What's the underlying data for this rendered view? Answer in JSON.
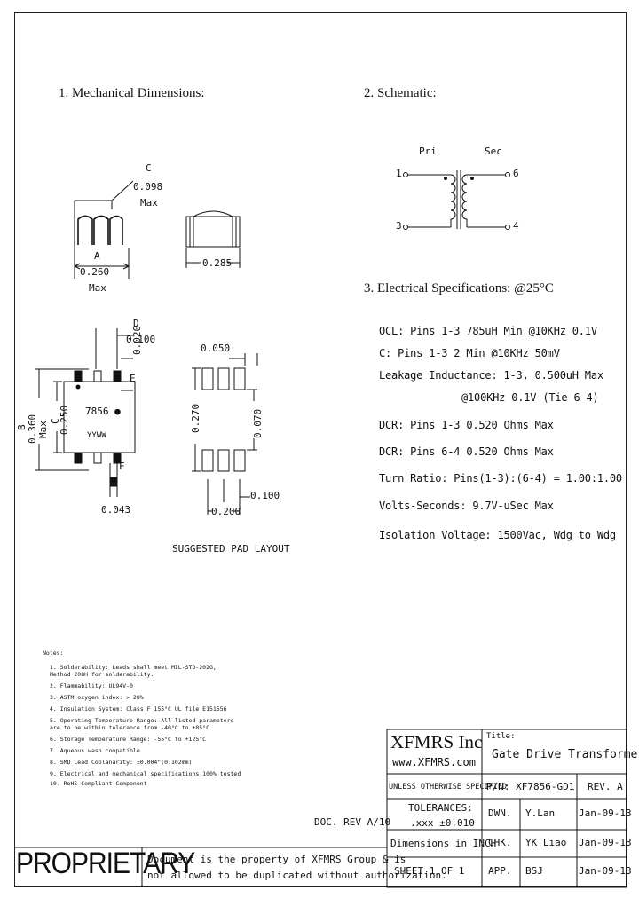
{
  "sections": {
    "mech": "1. Mechanical Dimensions:",
    "schem": "2. Schematic:",
    "elec": "3. Electrical Specifications: @25°C"
  },
  "mech_dims": {
    "c_label": "C",
    "c_val": "0.098",
    "c_max": "Max",
    "a_label": "A",
    "a_val": "0.260",
    "a_max": "Max",
    "side_val": "0.285",
    "d_label": "D",
    "d_val": "0.100",
    "e_val": "0.020",
    "e_label": "E",
    "b_label": "B",
    "b_val": "0.360",
    "b_max": "Max",
    "c2_label": "C",
    "c2_val": "0.250",
    "part_mark": "7856",
    "date_code": "YYWW",
    "f_label": "F",
    "f_val": "0.043"
  },
  "pad": {
    "top_val": "0.050",
    "height_val": "0.270",
    "inner_val": "0.070",
    "pitch_val": "0.100",
    "width_val": "0.200",
    "caption": "SUGGESTED PAD LAYOUT"
  },
  "schematic": {
    "pri": "Pri",
    "sec": "Sec",
    "p1": "1",
    "p3": "3",
    "p6": "6",
    "p4": "4"
  },
  "specs": [
    "OCL: Pins 1-3 785uH Min @10KHz 0.1V",
    "C: Pins 1-3 2 Min @10KHz 50mV",
    "Leakage Inductance: 1-3, 0.500uH Max",
    "@100KHz 0.1V (Tie 6-4)",
    "DCR: Pins 1-3 0.520 Ohms Max",
    "DCR: Pins 6-4 0.520 Ohms Max",
    "Turn Ratio: Pins(1-3):(6-4) = 1.00:1.00",
    "Volts-Seconds: 9.7V-uSec Max",
    "Isolation Voltage: 1500Vac, Wdg to Wdg"
  ],
  "notes": {
    "title": "Notes:",
    "items": [
      "1. Solderability: Leads shall meet MIL-STD-202G,",
      "    Method 208H for solderability.",
      "2. Flammability: UL94V-0",
      "3. ASTM oxygen index: > 28%",
      "4. Insulation System: Class F 155°C UL file E151556",
      "5. Operating Temperature Range: All listed parameters",
      "    are to be within tolerance from -40°C to +85°C",
      "6. Storage Temperature Range: -55°C to +125°C",
      "7. Aqueous wash compatible",
      "8. SMD Lead Coplanarity: ±0.004\"(0.102mm)",
      "9. Electrical and mechanical specifications 100% tested",
      "10. RoHS Compliant Component"
    ]
  },
  "title_block": {
    "company": "XFMRS Inc",
    "website": "www.XFMRS.com",
    "title_label": "Title:",
    "title": "Gate Drive Transformer",
    "unless": "UNLESS OTHERWISE SPECIFIED",
    "pn": "P/N: XF7856-GD1",
    "rev": "REV. A",
    "tolerances": "TOLERANCES:",
    "tol_val": ".xxx ±0.010",
    "dim_inch": "Dimensions in INCH",
    "dwn_label": "DWN.",
    "dwn_name": "Y.Lan",
    "dwn_date": "Jan-09-13",
    "chk_label": "CHK.",
    "chk_name": "YK Liao",
    "chk_date": "Jan-09-13",
    "sheet": "SHEET 1 OF 1",
    "app_label": "APP.",
    "app_name": "BSJ",
    "app_date": "Jan-09-13",
    "doc_rev": "DOC. REV A/10",
    "proprietary": "PROPRIETARY",
    "prop_line1": "Document is the property of XFMRS Group & is",
    "prop_line2": "not allowed to be duplicated without authorization."
  }
}
